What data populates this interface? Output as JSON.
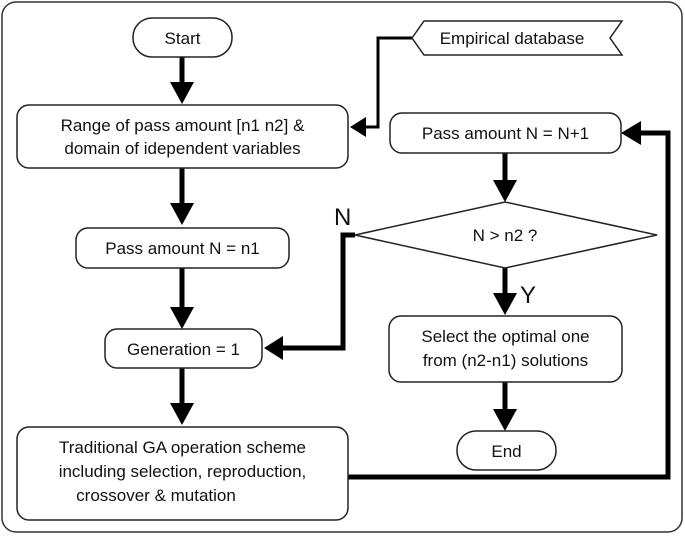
{
  "nodes": {
    "start": "Start",
    "empirical_db": "Empirical database",
    "range": [
      "Range of pass amount [n1 n2] &",
      "domain of idependent variables"
    ],
    "pass_init": "Pass amount N = n1",
    "generation": "Generation = 1",
    "ga_scheme": [
      "Traditional GA operation scheme",
      "including selection, reproduction,",
      "crossover & mutation"
    ],
    "pass_inc": "Pass amount N = N+1",
    "decision": "N > n2 ?",
    "select": [
      "Select the optimal one",
      "from (n2-n1) solutions"
    ],
    "end": "End"
  },
  "branches": {
    "no": "N",
    "yes": "Y"
  }
}
